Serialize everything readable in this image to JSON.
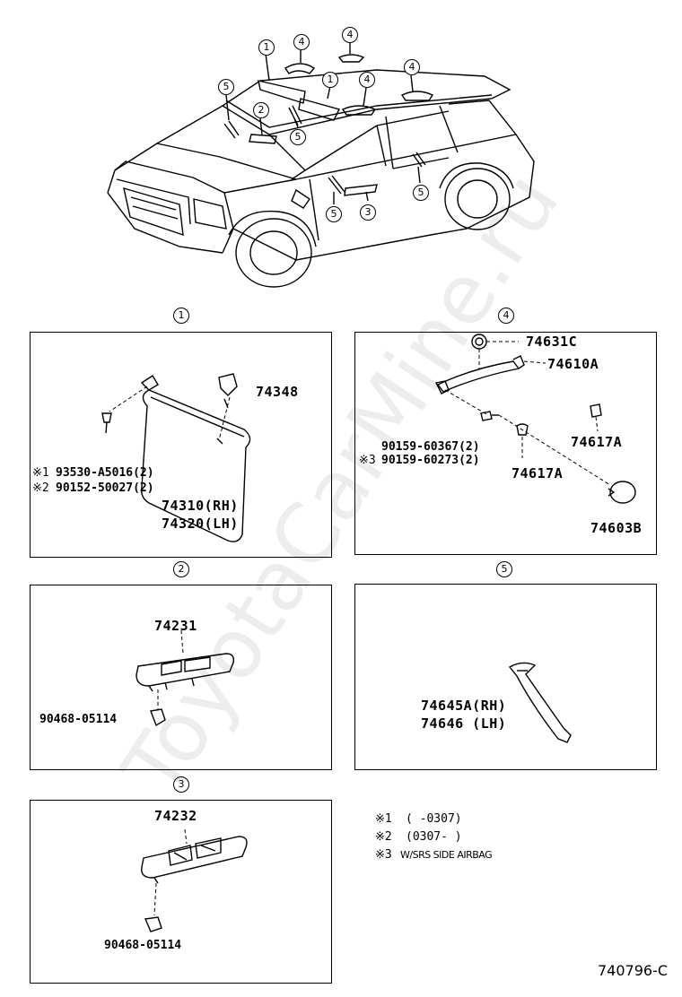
{
  "overview": {
    "callouts": [
      "1",
      "4",
      "4",
      "1",
      "4",
      "4",
      "5",
      "2",
      "5",
      "5",
      "3",
      "5"
    ]
  },
  "sections": {
    "s1": {
      "label": "1",
      "parts": {
        "clip": "74348",
        "screw_1_mark": "※1",
        "screw_1": "93530-A5016(2)",
        "screw_2_mark": "※2",
        "screw_2": "90152-50027(2)",
        "visor_rh": "74310(RH)",
        "visor_lh": "74320(LH)"
      }
    },
    "s4": {
      "label": "4",
      "parts": {
        "cap": "74631C",
        "grip": "74610A",
        "bolt": "90159-60367(2)",
        "bolt_3_mark": "※3",
        "bolt_3": "90159-60273(2)",
        "plug_a": "74617A",
        "plug_b": "74617A",
        "cover": "74603B"
      }
    },
    "s2": {
      "label": "2",
      "parts": {
        "switch_base": "74231",
        "clip": "90468-05114"
      }
    },
    "s5": {
      "label": "5",
      "parts": {
        "trim_rh": "74645A(RH)",
        "trim_lh": "74646  (LH)"
      }
    },
    "s3": {
      "label": "3",
      "parts": {
        "switch_base": "74232",
        "clip": "90468-05114"
      }
    }
  },
  "notes": [
    {
      "mark": "※1",
      "text": "(      -0307)"
    },
    {
      "mark": "※2",
      "text": "(0307-       )"
    },
    {
      "mark": "※3",
      "text": "W/SRS SIDE AIRBAG"
    }
  ],
  "watermark": "ToyotaCarMine.ru",
  "diagram_code": "740796-C"
}
